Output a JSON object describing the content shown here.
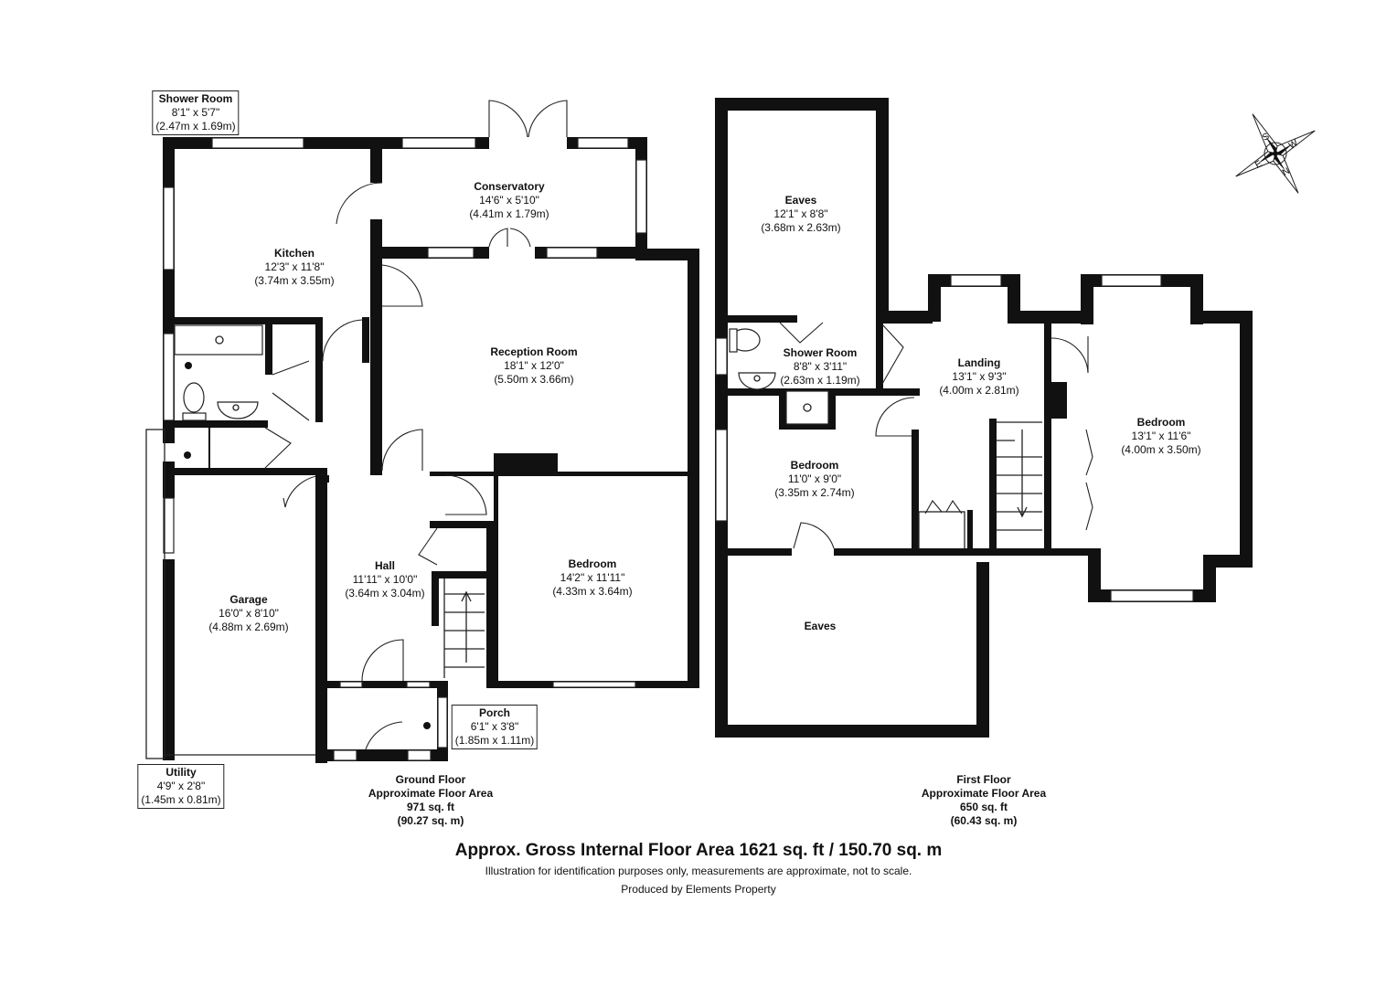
{
  "rooms": {
    "shower_room_ground": {
      "name": "Shower Room",
      "imperial": "8'1\" x 5'7\"",
      "metric": "(2.47m x 1.69m)"
    },
    "kitchen": {
      "name": "Kitchen",
      "imperial": "12'3\" x 11'8\"",
      "metric": "(3.74m x 3.55m)"
    },
    "conservatory": {
      "name": "Conservatory",
      "imperial": "14'6\" x 5'10\"",
      "metric": "(4.41m x 1.79m)"
    },
    "reception_room": {
      "name": "Reception Room",
      "imperial": "18'1\" x 12'0\"",
      "metric": "(5.50m x 3.66m)"
    },
    "bedroom_ground": {
      "name": "Bedroom",
      "imperial": "14'2\" x 11'11\"",
      "metric": "(4.33m x 3.64m)"
    },
    "hall": {
      "name": "Hall",
      "imperial": "11'11\" x 10'0\"",
      "metric": "(3.64m x 3.04m)"
    },
    "garage": {
      "name": "Garage",
      "imperial": "16'0\" x 8'10\"",
      "metric": "(4.88m x 2.69m)"
    },
    "porch": {
      "name": "Porch",
      "imperial": "6'1\" x 3'8\"",
      "metric": "(1.85m x 1.11m)"
    },
    "utility": {
      "name": "Utility",
      "imperial": "4'9\" x 2'8\"",
      "metric": "(1.45m x 0.81m)"
    },
    "eaves_upper": {
      "name": "Eaves",
      "imperial": "12'1\" x 8'8\"",
      "metric": "(3.68m x 2.63m)"
    },
    "shower_room_first": {
      "name": "Shower Room",
      "imperial": "8'8\" x 3'11\"",
      "metric": "(2.63m x 1.19m)"
    },
    "landing": {
      "name": "Landing",
      "imperial": "13'1\" x 9'3\"",
      "metric": "(4.00m x 2.81m)"
    },
    "bedroom_first_right": {
      "name": "Bedroom",
      "imperial": "13'1\" x 11'6\"",
      "metric": "(4.00m x 3.50m)"
    },
    "bedroom_first_left": {
      "name": "Bedroom",
      "imperial": "11'0\" x 9'0\"",
      "metric": "(3.35m x 2.74m)"
    },
    "eaves_lower": {
      "name": "Eaves"
    }
  },
  "floors": {
    "ground": {
      "line1": "Ground Floor",
      "line2": "Approximate Floor Area",
      "line3": "971 sq. ft",
      "line4": "(90.27 sq. m)"
    },
    "first": {
      "line1": "First Floor",
      "line2": "Approximate Floor Area",
      "line3": "650 sq. ft",
      "line4": "(60.43 sq. m)"
    }
  },
  "footer": {
    "gross_area": "Approx. Gross Internal Floor Area 1621 sq. ft / 150.70 sq. m",
    "disclaimer": "Illustration for identification purposes only, measurements are approximate, not to scale.",
    "producer": "Produced by Elements Property"
  },
  "compass": {
    "letters": [
      "S",
      "W",
      "N",
      "E"
    ],
    "icon": "compass-rose-icon"
  }
}
